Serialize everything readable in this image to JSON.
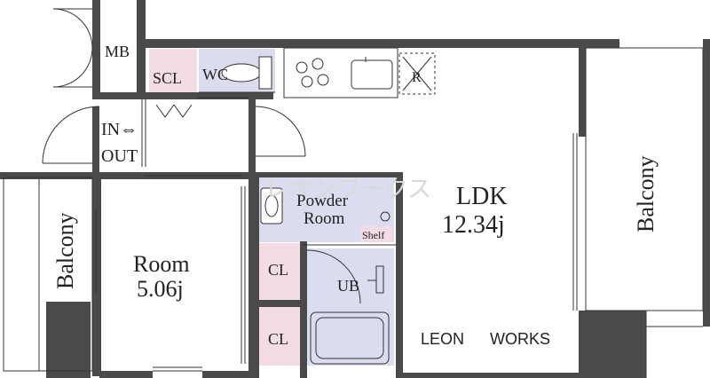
{
  "rooms": {
    "mb": "MB",
    "scl": "SCL",
    "wc": "WC",
    "in_out_1": "IN⇔",
    "in_out_2": "OUT",
    "balcony_left": "Balcony",
    "room_name": "Room",
    "room_area": "5.06j",
    "powder_1": "Powder",
    "powder_2": "Room",
    "shelf": "Shelf",
    "cl_1": "CL",
    "cl_2": "CL",
    "ub": "UB",
    "ldk_name": "LDK",
    "ldk_area": "12.34j",
    "balcony_right": "Balcony",
    "refrigerator": "R"
  },
  "watermark": "レオンワークス",
  "footer": {
    "brand_left": "LEON",
    "brand_right": "WORKS"
  },
  "colors": {
    "wall": "#4a4a4a",
    "pink_fill": "#f4dce4",
    "lavender_fill": "#dcdcf0",
    "line": "#333333"
  }
}
